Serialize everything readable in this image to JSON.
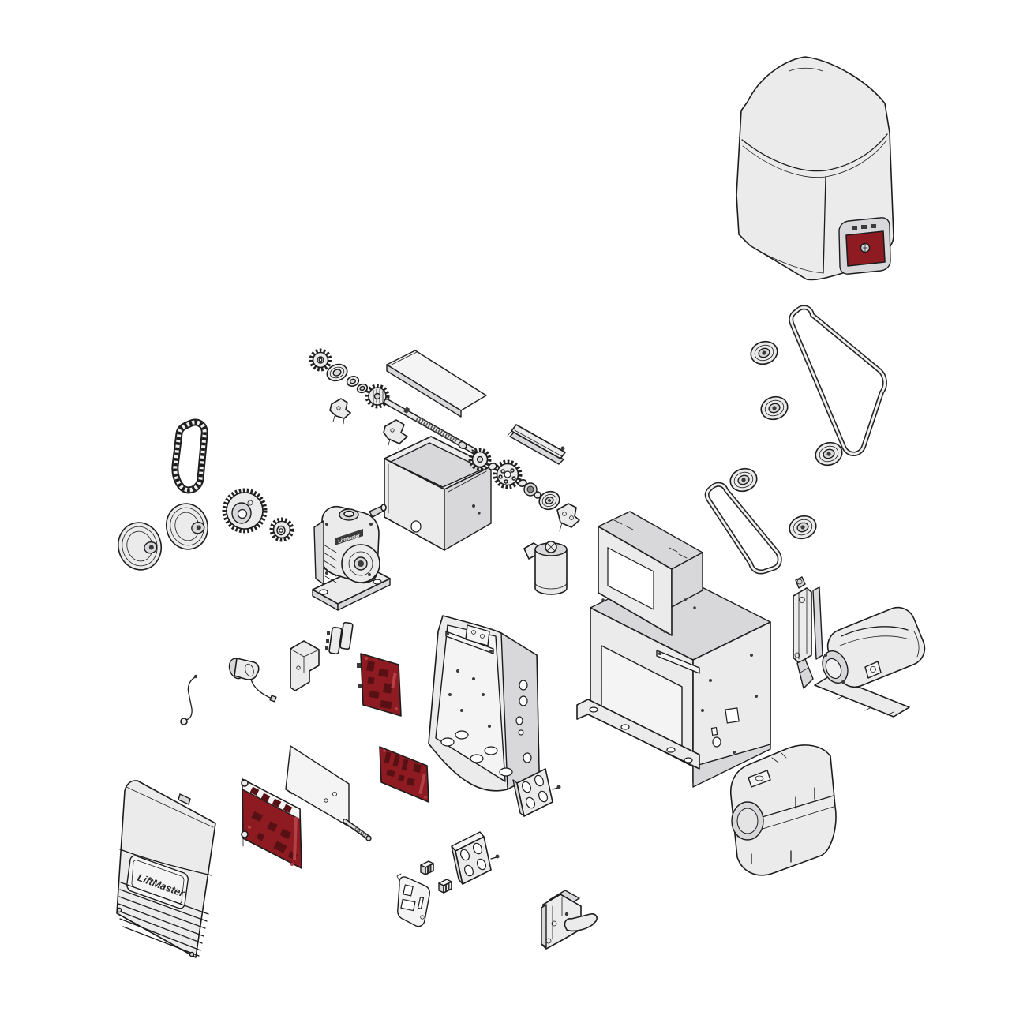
{
  "logos": {
    "brand": "LiftMaster"
  },
  "colors": {
    "background": "#ffffff",
    "part_fill": "#ebebeb",
    "part_fill_dark": "#d8d8da",
    "part_fill_light": "#f4f4f4",
    "line": "#1c1c1c",
    "highlight_red": "#8e1b21",
    "highlight_red_dark": "#571013"
  },
  "parts": [
    {
      "name": "main-cover",
      "highlighted": false
    },
    {
      "name": "release-door",
      "highlighted": true
    },
    {
      "name": "drive-belt-large",
      "highlighted": false
    },
    {
      "name": "drive-belt-small",
      "highlighted": false
    },
    {
      "name": "belt-pulley-1",
      "highlighted": false
    },
    {
      "name": "belt-pulley-2",
      "highlighted": false
    },
    {
      "name": "belt-pulley-3",
      "highlighted": false
    },
    {
      "name": "belt-pulley-4",
      "highlighted": false
    },
    {
      "name": "belt-pulley-5",
      "highlighted": false
    },
    {
      "name": "drive-chain",
      "highlighted": false
    },
    {
      "name": "v-belt-pulley-left-1",
      "highlighted": false
    },
    {
      "name": "v-belt-pulley-left-2",
      "highlighted": false
    },
    {
      "name": "sprocket-large",
      "highlighted": false
    },
    {
      "name": "sprocket-small",
      "highlighted": false
    },
    {
      "name": "sprocket-top",
      "highlighted": false
    },
    {
      "name": "bearing-ring-set",
      "highlighted": false
    },
    {
      "name": "knurled-coupling",
      "highlighted": false
    },
    {
      "name": "limit-actuator-bracket-1",
      "highlighted": false
    },
    {
      "name": "limit-actuator-bracket-2",
      "highlighted": false
    },
    {
      "name": "worm-drive-shaft",
      "highlighted": false
    },
    {
      "name": "electrical-box-lid",
      "highlighted": false
    },
    {
      "name": "limit-switch-box",
      "highlighted": false
    },
    {
      "name": "slide-rail-bracket",
      "highlighted": false
    },
    {
      "name": "drive-gear",
      "highlighted": false
    },
    {
      "name": "clutch-sprocket-assembly",
      "highlighted": false
    },
    {
      "name": "ball-bearing",
      "highlighted": false
    },
    {
      "name": "retaining-rings",
      "highlighted": false
    },
    {
      "name": "idler-pulley",
      "highlighted": false
    },
    {
      "name": "tension-bracket",
      "highlighted": false
    },
    {
      "name": "capacitor",
      "highlighted": false
    },
    {
      "name": "gear-reducer",
      "highlighted": false
    },
    {
      "name": "chassis-frame",
      "highlighted": false
    },
    {
      "name": "release-lever-linkage",
      "highlighted": false
    },
    {
      "name": "motor",
      "highlighted": false
    },
    {
      "name": "motor-cover",
      "highlighted": false
    },
    {
      "name": "control-enclosure",
      "highlighted": false
    },
    {
      "name": "junction-box-1",
      "highlighted": false
    },
    {
      "name": "junction-box-2",
      "highlighted": false
    },
    {
      "name": "terminal-switch-1",
      "highlighted": false
    },
    {
      "name": "terminal-switch-2",
      "highlighted": false
    },
    {
      "name": "outlet-cover-plate",
      "highlighted": false
    },
    {
      "name": "release-bracket-lever",
      "highlighted": false
    },
    {
      "name": "front-access-door",
      "highlighted": false
    },
    {
      "name": "antenna-wire",
      "highlighted": false
    },
    {
      "name": "magnet-sensor",
      "highlighted": false
    },
    {
      "name": "mounting-bracket-u",
      "highlighted": false
    },
    {
      "name": "transformer-relay-block",
      "highlighted": false
    },
    {
      "name": "power-board",
      "highlighted": true
    },
    {
      "name": "accessory-board",
      "highlighted": true
    },
    {
      "name": "main-control-board",
      "highlighted": true
    },
    {
      "name": "board-mounting-plate",
      "highlighted": false
    },
    {
      "name": "threaded-rod",
      "highlighted": false
    }
  ]
}
